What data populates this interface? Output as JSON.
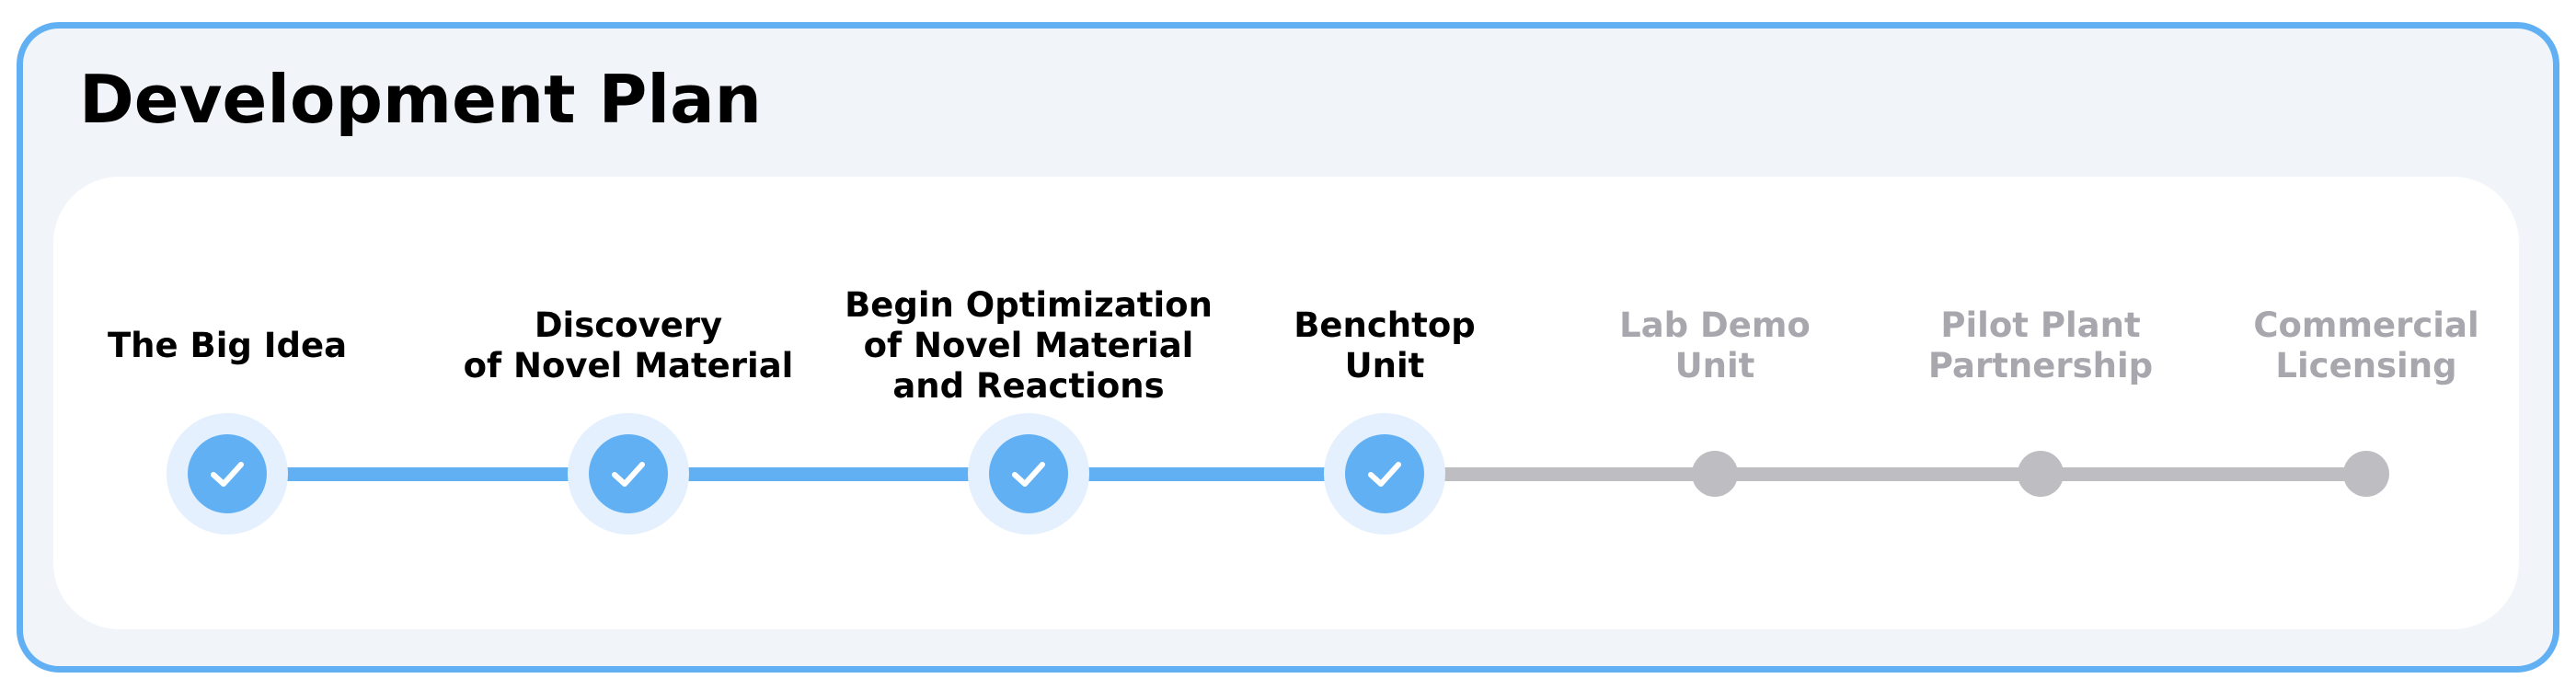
{
  "title": "Development Plan",
  "colors": {
    "frame_border": "#62b0f4",
    "frame_bg": "#f1f5fa",
    "panel_bg": "#ffffff",
    "done": "#62b0f4",
    "done_halo": "#e4f0fd",
    "pending": "#bdbdc2",
    "pending_text": "#a7a7ad",
    "text": "#000000"
  },
  "milestones": [
    {
      "lines": [
        "The Big Idea"
      ],
      "status": "complete",
      "icon": "check-icon"
    },
    {
      "lines": [
        "Discovery",
        "of Novel Material"
      ],
      "status": "complete",
      "icon": "check-icon"
    },
    {
      "lines": [
        "Begin Optimization",
        "of Novel Material",
        "and Reactions"
      ],
      "status": "complete",
      "icon": "check-icon"
    },
    {
      "lines": [
        "Benchtop",
        "Unit"
      ],
      "status": "complete",
      "icon": "check-icon"
    },
    {
      "lines": [
        "Lab Demo",
        "Unit"
      ],
      "status": "pending",
      "icon": "dot"
    },
    {
      "lines": [
        "Pilot Plant",
        "Partnership"
      ],
      "status": "pending",
      "icon": "dot"
    },
    {
      "lines": [
        "Commercial",
        "Licensing"
      ],
      "status": "pending",
      "icon": "dot"
    }
  ]
}
